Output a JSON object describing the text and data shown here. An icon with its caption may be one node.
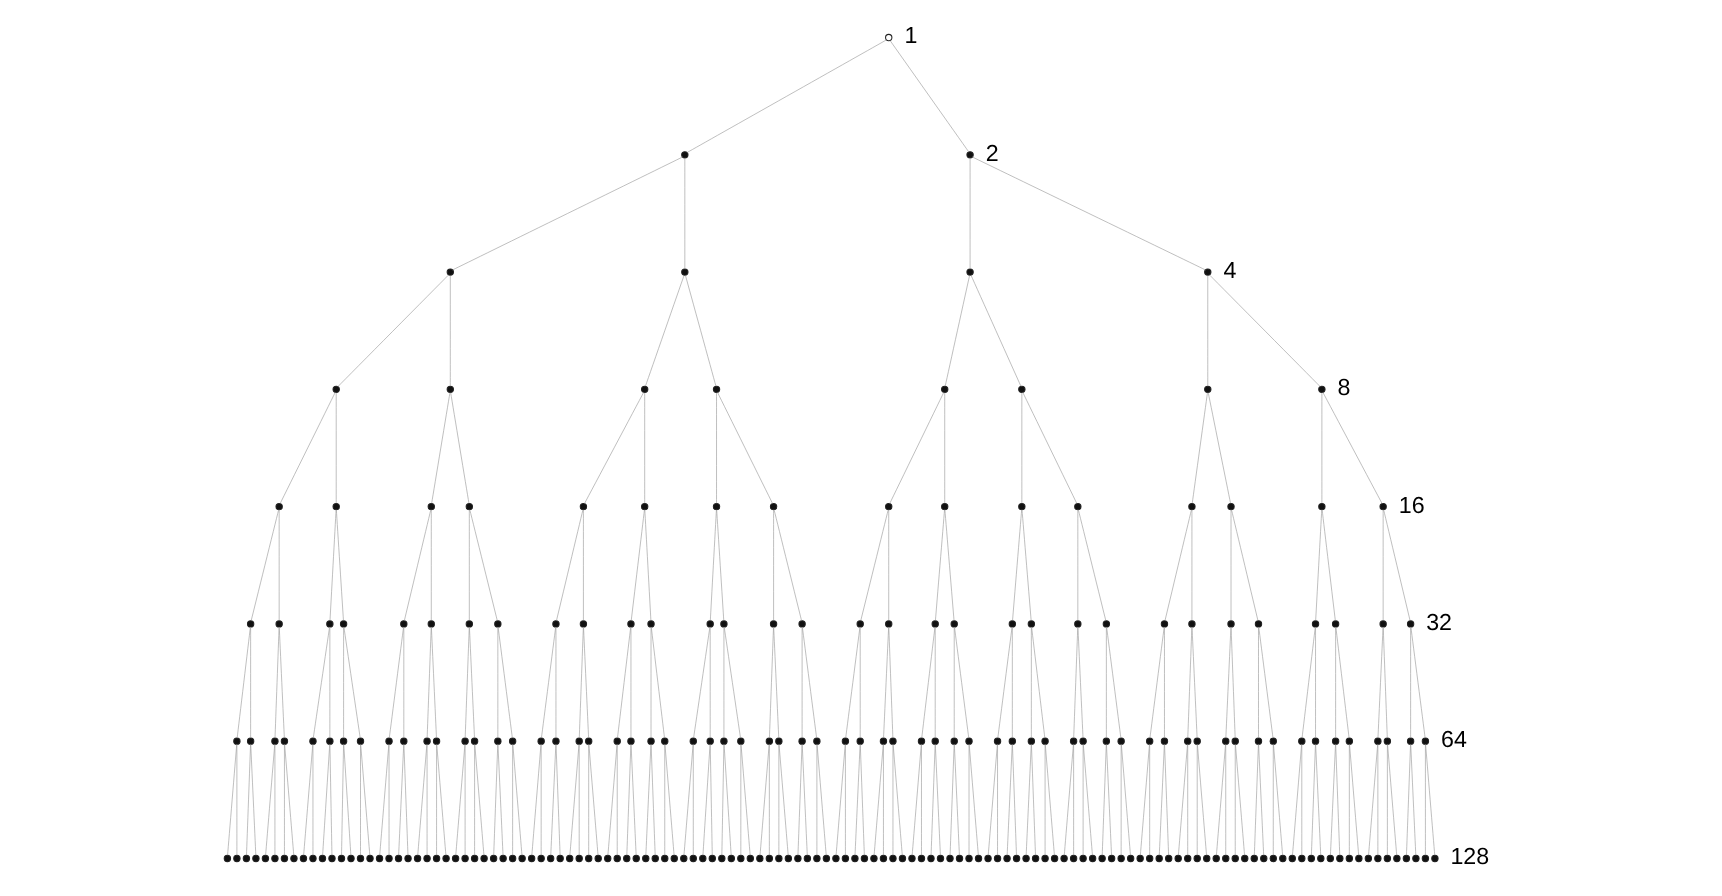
{
  "diagram": {
    "nodes": [
      {
        "text": [],
        "shape": "circle"
      },
      {
        "text": [],
        "shape": "circle"
      },
      {
        "text": [],
        "shape": "circle"
      },
      {
        "text": [],
        "shape": "circle"
      },
      {
        "text": [],
        "shape": "circle"
      },
      {
        "text": [],
        "shape": "circle"
      },
      {
        "text": [],
        "shape": "circle"
      },
      {
        "text": [],
        "shape": "circle"
      },
      {
        "text": [],
        "shape": "circle"
      },
      {
        "text": [],
        "shape": "circle"
      },
      {
        "text": [],
        "shape": "circle"
      },
      {
        "text": [],
        "shape": "circle"
      },
      {
        "text": [],
        "shape": "circle"
      },
      {
        "text": [],
        "shape": "circle"
      },
      {
        "text": [],
        "shape": "circle"
      },
      {
        "text": [],
        "shape": "circle"
      },
      {
        "text": [],
        "shape": "circle"
      },
      {
        "text": [],
        "shape": "circle"
      },
      {
        "text": [],
        "shape": "circle"
      },
      {
        "text": [],
        "shape": "circle"
      },
      {
        "text": [],
        "shape": "circle"
      },
      {
        "text": [],
        "shape": "circle"
      },
      {
        "text": [],
        "shape": "circle"
      },
      {
        "text": [],
        "shape": "circle"
      },
      {
        "text": [],
        "shape": "circle"
      },
      {
        "text": [],
        "shape": "circle"
      },
      {
        "text": [],
        "shape": "circle"
      },
      {
        "text": [],
        "shape": "circle"
      },
      {
        "text": [],
        "shape": "circle"
      },
      {
        "text": [],
        "shape": "circle"
      },
      {
        "text": [],
        "shape": "circle"
      },
      {
        "text": [],
        "shape": "circle"
      },
      {
        "text": [],
        "shape": "circle"
      },
      {
        "text": [],
        "shape": "circle"
      },
      {
        "text": [],
        "shape": "circle"
      },
      {
        "text": [],
        "shape": "circle"
      },
      {
        "text": [],
        "shape": "circle"
      },
      {
        "text": [],
        "shape": "circle"
      },
      {
        "text": [],
        "shape": "circle"
      },
      {
        "text": [],
        "shape": "circle"
      },
      {
        "text": [],
        "shape": "circle"
      },
      {
        "text": [],
        "shape": "circle"
      },
      {
        "text": [],
        "shape": "circle"
      },
      {
        "text": [],
        "shape": "circle"
      },
      {
        "text": [],
        "shape": "circle"
      },
      {
        "text": [],
        "shape": "circle"
      },
      {
        "text": [],
        "shape": "circle"
      },
      {
        "text": [],
        "shape": "circle"
      },
      {
        "text": [],
        "shape": "circle"
      },
      {
        "text": [],
        "shape": "circle"
      },
      {
        "text": [],
        "shape": "circle"
      },
      {
        "text": [],
        "shape": "circle"
      },
      {
        "text": [],
        "shape": "circle"
      },
      {
        "text": [],
        "shape": "circle"
      },
      {
        "text": [],
        "shape": "circle"
      },
      {
        "text": [],
        "shape": "circle"
      },
      {
        "text": [],
        "shape": "circle"
      },
      {
        "text": [],
        "shape": "circle"
      },
      {
        "text": [],
        "shape": "circle"
      },
      {
        "text": [],
        "shape": "circle"
      },
      {
        "text": [],
        "shape": "circle"
      },
      {
        "text": [],
        "shape": "circle"
      },
      {
        "text": [],
        "shape": "circle"
      },
      {
        "text": [],
        "shape": "circle"
      },
      {
        "text": [],
        "shape": "circle"
      },
      {
        "text": [],
        "shape": "circle"
      },
      {
        "text": [],
        "shape": "circle"
      },
      {
        "text": [],
        "shape": "circle"
      },
      {
        "text": [],
        "shape": "circle"
      },
      {
        "text": [],
        "shape": "circle"
      },
      {
        "text": [],
        "shape": "circle"
      },
      {
        "text": [],
        "shape": "circle"
      },
      {
        "text": [],
        "shape": "circle"
      },
      {
        "text": [],
        "shape": "circle"
      },
      {
        "text": [],
        "shape": "circle"
      },
      {
        "text": [],
        "shape": "circle"
      },
      {
        "text": [],
        "shape": "circle"
      },
      {
        "text": [],
        "shape": "circle"
      },
      {
        "text": [],
        "shape": "circle"
      },
      {
        "text": [],
        "shape": "circle"
      },
      {
        "text": [],
        "shape": "circle"
      },
      {
        "text": [],
        "shape": "circle"
      },
      {
        "text": [],
        "shape": "circle"
      },
      {
        "text": [],
        "shape": "circle"
      },
      {
        "text": [],
        "shape": "circle"
      },
      {
        "text": [],
        "shape": "circle"
      },
      {
        "text": [],
        "shape": "circle"
      },
      {
        "text": [],
        "shape": "circle"
      },
      {
        "text": [],
        "shape": "circle"
      },
      {
        "text": [],
        "shape": "circle"
      },
      {
        "text": [],
        "shape": "circle"
      },
      {
        "text": [],
        "shape": "circle"
      },
      {
        "text": [],
        "shape": "circle"
      },
      {
        "text": [],
        "shape": "circle"
      },
      {
        "text": [],
        "shape": "circle"
      },
      {
        "text": [],
        "shape": "circle"
      },
      {
        "text": [],
        "shape": "circle"
      },
      {
        "text": [],
        "shape": "circle"
      },
      {
        "text": [],
        "shape": "circle"
      },
      {
        "text": [],
        "shape": "circle"
      },
      {
        "text": [],
        "shape": "circle"
      },
      {
        "text": [],
        "shape": "circle"
      },
      {
        "text": [],
        "shape": "circle"
      },
      {
        "text": [],
        "shape": "circle"
      },
      {
        "text": [],
        "shape": "circle"
      },
      {
        "text": [],
        "shape": "circle"
      },
      {
        "text": [],
        "shape": "circle"
      },
      {
        "text": [],
        "shape": "circle"
      },
      {
        "text": [],
        "shape": "circle"
      },
      {
        "text": [],
        "shape": "circle"
      },
      {
        "text": [],
        "shape": "circle"
      },
      {
        "text": [],
        "shape": "circle"
      },
      {
        "text": [],
        "shape": "circle"
      },
      {
        "text": [],
        "shape": "circle"
      },
      {
        "text": [],
        "shape": "circle"
      },
      {
        "text": [],
        "shape": "circle"
      },
      {
        "text": [],
        "shape": "circle"
      },
      {
        "text": [],
        "shape": "circle"
      },
      {
        "text": [],
        "shape": "circle"
      },
      {
        "text": [],
        "shape": "circle"
      },
      {
        "text": [],
        "shape": "circle"
      },
      {
        "text": [],
        "shape": "circle"
      },
      {
        "text": [],
        "shape": "circle"
      },
      {
        "text": [],
        "shape": "circle"
      },
      {
        "text": [],
        "shape": "circle"
      },
      {
        "text": [],
        "shape": "circle"
      },
      {
        "text": [],
        "shape": "circle"
      },
      {
        "text": [],
        "shape": "circle"
      },
      {
        "text": [],
        "shape": "circle"
      },
      {
        "text": [],
        "shape": "circle"
      },
      {
        "text": [],
        "shape": "circle"
      },
      {
        "text": [],
        "shape": "circle"
      },
      {
        "text": [],
        "shape": "circle"
      },
      {
        "text": [],
        "shape": "circle"
      },
      {
        "text": [],
        "shape": "circle"
      },
      {
        "text": [],
        "shape": "circle"
      },
      {
        "text": [],
        "shape": "circle"
      },
      {
        "text": [],
        "shape": "circle"
      },
      {
        "text": [],
        "shape": "circle"
      },
      {
        "text": [],
        "shape": "circle"
      },
      {
        "text": [],
        "shape": "circle"
      },
      {
        "text": [],
        "shape": "circle"
      },
      {
        "text": [],
        "shape": "circle"
      },
      {
        "text": [],
        "shape": "circle"
      },
      {
        "text": [],
        "shape": "circle"
      },
      {
        "text": [],
        "shape": "circle"
      },
      {
        "text": [],
        "shape": "circle"
      },
      {
        "text": [],
        "shape": "circle"
      },
      {
        "text": [],
        "shape": "circle"
      },
      {
        "text": [],
        "shape": "circle"
      },
      {
        "text": [],
        "shape": "circle"
      },
      {
        "text": [],
        "shape": "circle"
      },
      {
        "text": [],
        "shape": "circle"
      },
      {
        "text": [],
        "shape": "circle"
      },
      {
        "text": [],
        "shape": "circle"
      },
      {
        "text": [],
        "shape": "circle"
      },
      {
        "text": [],
        "shape": "circle"
      },
      {
        "text": [],
        "shape": "circle"
      },
      {
        "text": [],
        "shape": "circle"
      },
      {
        "text": [],
        "shape": "circle"
      },
      {
        "text": [],
        "shape": "circle"
      },
      {
        "text": [],
        "shape": "circle"
      },
      {
        "text": [],
        "shape": "circle"
      },
      {
        "text": [],
        "shape": "circle"
      },
      {
        "text": [],
        "shape": "circle"
      },
      {
        "text": [],
        "shape": "circle"
      },
      {
        "text": [],
        "shape": "circle"
      },
      {
        "text": [],
        "shape": "circle"
      },
      {
        "text": [],
        "shape": "circle"
      },
      {
        "text": [],
        "shape": "circle"
      },
      {
        "text": [],
        "shape": "circle"
      },
      {
        "text": [],
        "shape": "circle"
      },
      {
        "text": [],
        "shape": "circle"
      },
      {
        "text": [],
        "shape": "circle"
      },
      {
        "text": [],
        "shape": "circle"
      },
      {
        "text": [],
        "shape": "circle"
      },
      {
        "text": [],
        "shape": "circle"
      },
      {
        "text": [],
        "shape": "circle"
      },
      {
        "text": [],
        "shape": "circle"
      },
      {
        "text": [],
        "shape": "circle"
      },
      {
        "text": [],
        "shape": "circle"
      },
      {
        "text": [],
        "shape": "circle"
      },
      {
        "text": [],
        "shape": "circle"
      },
      {
        "text": [],
        "shape": "circle"
      },
      {
        "text": [],
        "shape": "circle"
      },
      {
        "text": [],
        "shape": "circle"
      },
      {
        "text": [],
        "shape": "circle"
      },
      {
        "text": [],
        "shape": "circle"
      },
      {
        "text": [],
        "shape": "circle"
      },
      {
        "text": [],
        "shape": "circle"
      },
      {
        "text": [],
        "shape": "circle"
      },
      {
        "text": [],
        "shape": "circle"
      },
      {
        "text": [],
        "shape": "circle"
      },
      {
        "text": [],
        "shape": "circle"
      },
      {
        "text": [],
        "shape": "circle"
      },
      {
        "text": [],
        "shape": "circle"
      },
      {
        "text": [],
        "shape": "circle"
      },
      {
        "text": [],
        "shape": "circle"
      },
      {
        "text": [],
        "shape": "circle"
      },
      {
        "text": [],
        "shape": "circle"
      },
      {
        "text": [],
        "shape": "circle"
      },
      {
        "text": [],
        "shape": "circle"
      },
      {
        "text": [],
        "shape": "circle"
      },
      {
        "text": [],
        "shape": "circle"
      },
      {
        "text": [],
        "shape": "circle"
      },
      {
        "text": [],
        "shape": "circle"
      },
      {
        "text": [],
        "shape": "circle"
      },
      {
        "text": [],
        "shape": "circle"
      },
      {
        "text": [],
        "shape": "circle"
      },
      {
        "text": [],
        "shape": "circle"
      },
      {
        "text": [],
        "shape": "circle"
      },
      {
        "text": [],
        "shape": "circle"
      },
      {
        "text": [],
        "shape": "circle"
      },
      {
        "text": [],
        "shape": "circle"
      },
      {
        "text": [],
        "shape": "circle"
      },
      {
        "text": [],
        "shape": "circle"
      },
      {
        "text": [],
        "shape": "circle"
      },
      {
        "text": [],
        "shape": "circle"
      },
      {
        "text": [],
        "shape": "circle"
      },
      {
        "text": [],
        "shape": "circle"
      },
      {
        "text": [],
        "shape": "circle"
      },
      {
        "text": [],
        "shape": "circle"
      },
      {
        "text": [],
        "shape": "circle"
      },
      {
        "text": [],
        "shape": "circle"
      },
      {
        "text": [],
        "shape": "circle"
      },
      {
        "text": [],
        "shape": "circle"
      },
      {
        "text": [],
        "shape": "circle"
      },
      {
        "text": [],
        "shape": "circle"
      },
      {
        "text": [],
        "shape": "circle"
      },
      {
        "text": [],
        "shape": "circle"
      },
      {
        "text": [],
        "shape": "circle"
      },
      {
        "text": [],
        "shape": "circle"
      },
      {
        "text": [],
        "shape": "circle"
      },
      {
        "text": [],
        "shape": "circle"
      },
      {
        "text": [],
        "shape": "circle"
      },
      {
        "text": [],
        "shape": "circle"
      },
      {
        "text": [],
        "shape": "circle"
      },
      {
        "text": [],
        "shape": "circle"
      },
      {
        "text": [],
        "shape": "circle"
      },
      {
        "text": [],
        "shape": "circle"
      },
      {
        "text": [],
        "shape": "circle"
      },
      {
        "text": [],
        "shape": "circle"
      },
      {
        "text": [],
        "shape": "circle"
      },
      {
        "text": [],
        "shape": "circle"
      },
      {
        "text": [],
        "shape": "circle"
      },
      {
        "text": [],
        "shape": "circle"
      },
      {
        "text": [],
        "shape": "circle"
      },
      {
        "text": [],
        "shape": "circle"
      },
      {
        "text": [],
        "shape": "circle"
      },
      {
        "text": [],
        "shape": "circle"
      },
      {
        "text": [],
        "shape": "circle"
      },
      {
        "text": [],
        "shape": "circle"
      },
      {
        "text": [],
        "shape": "circle"
      },
      {
        "text": [],
        "shape": "circle"
      },
      {
        "text": [],
        "shape": "circle"
      }
    ],
    "edges": [
      {
        "from": 0,
        "to": 1,
        "arrow": "none"
      },
      {
        "from": 0,
        "to": 2,
        "arrow": "none"
      },
      {
        "from": 1,
        "to": 3,
        "arrow": "none"
      },
      {
        "from": 1,
        "to": 4,
        "arrow": "none"
      },
      {
        "from": 2,
        "to": 5,
        "arrow": "none"
      },
      {
        "from": 2,
        "to": 6,
        "arrow": "none"
      },
      {
        "from": 3,
        "to": 7,
        "arrow": "none"
      },
      {
        "from": 3,
        "to": 8,
        "arrow": "none"
      },
      {
        "from": 4,
        "to": 9,
        "arrow": "none"
      },
      {
        "from": 4,
        "to": 10,
        "arrow": "none"
      },
      {
        "from": 5,
        "to": 11,
        "arrow": "none"
      },
      {
        "from": 5,
        "to": 12,
        "arrow": "none"
      },
      {
        "from": 6,
        "to": 13,
        "arrow": "none"
      },
      {
        "from": 6,
        "to": 14,
        "arrow": "none"
      },
      {
        "from": 7,
        "to": 15,
        "arrow": "none"
      },
      {
        "from": 7,
        "to": 16,
        "arrow": "none"
      },
      {
        "from": 8,
        "to": 17,
        "arrow": "none"
      },
      {
        "from": 8,
        "to": 18,
        "arrow": "none"
      },
      {
        "from": 9,
        "to": 19,
        "arrow": "none"
      },
      {
        "from": 9,
        "to": 20,
        "arrow": "none"
      },
      {
        "from": 10,
        "to": 21,
        "arrow": "none"
      },
      {
        "from": 10,
        "to": 22,
        "arrow": "none"
      },
      {
        "from": 11,
        "to": 23,
        "arrow": "none"
      },
      {
        "from": 11,
        "to": 24,
        "arrow": "none"
      },
      {
        "from": 12,
        "to": 25,
        "arrow": "none"
      },
      {
        "from": 12,
        "to": 26,
        "arrow": "none"
      },
      {
        "from": 13,
        "to": 27,
        "arrow": "none"
      },
      {
        "from": 13,
        "to": 28,
        "arrow": "none"
      },
      {
        "from": 14,
        "to": 29,
        "arrow": "none"
      },
      {
        "from": 14,
        "to": 30,
        "arrow": "none"
      },
      {
        "from": 15,
        "to": 31,
        "arrow": "none"
      },
      {
        "from": 15,
        "to": 32,
        "arrow": "none"
      },
      {
        "from": 16,
        "to": 33,
        "arrow": "none"
      },
      {
        "from": 16,
        "to": 34,
        "arrow": "none"
      },
      {
        "from": 17,
        "to": 35,
        "arrow": "none"
      },
      {
        "from": 17,
        "to": 36,
        "arrow": "none"
      },
      {
        "from": 18,
        "to": 37,
        "arrow": "none"
      },
      {
        "from": 18,
        "to": 38,
        "arrow": "none"
      },
      {
        "from": 19,
        "to": 39,
        "arrow": "none"
      },
      {
        "from": 19,
        "to": 40,
        "arrow": "none"
      },
      {
        "from": 20,
        "to": 41,
        "arrow": "none"
      },
      {
        "from": 20,
        "to": 42,
        "arrow": "none"
      },
      {
        "from": 21,
        "to": 43,
        "arrow": "none"
      },
      {
        "from": 21,
        "to": 44,
        "arrow": "none"
      },
      {
        "from": 22,
        "to": 45,
        "arrow": "none"
      },
      {
        "from": 22,
        "to": 46,
        "arrow": "none"
      },
      {
        "from": 23,
        "to": 47,
        "arrow": "none"
      },
      {
        "from": 23,
        "to": 48,
        "arrow": "none"
      },
      {
        "from": 24,
        "to": 49,
        "arrow": "none"
      },
      {
        "from": 24,
        "to": 50,
        "arrow": "none"
      },
      {
        "from": 25,
        "to": 51,
        "arrow": "none"
      },
      {
        "from": 25,
        "to": 52,
        "arrow": "none"
      },
      {
        "from": 26,
        "to": 53,
        "arrow": "none"
      },
      {
        "from": 26,
        "to": 54,
        "arrow": "none"
      },
      {
        "from": 27,
        "to": 55,
        "arrow": "none"
      },
      {
        "from": 27,
        "to": 56,
        "arrow": "none"
      },
      {
        "from": 28,
        "to": 57,
        "arrow": "none"
      },
      {
        "from": 28,
        "to": 58,
        "arrow": "none"
      },
      {
        "from": 29,
        "to": 59,
        "arrow": "none"
      },
      {
        "from": 29,
        "to": 60,
        "arrow": "none"
      },
      {
        "from": 30,
        "to": 61,
        "arrow": "none"
      },
      {
        "from": 30,
        "to": 62,
        "arrow": "none"
      },
      {
        "from": 31,
        "to": 63,
        "arrow": "none"
      },
      {
        "from": 31,
        "to": 64,
        "arrow": "none"
      },
      {
        "from": 32,
        "to": 65,
        "arrow": "none"
      },
      {
        "from": 32,
        "to": 66,
        "arrow": "none"
      },
      {
        "from": 33,
        "to": 67,
        "arrow": "none"
      },
      {
        "from": 33,
        "to": 68,
        "arrow": "none"
      },
      {
        "from": 34,
        "to": 69,
        "arrow": "none"
      },
      {
        "from": 34,
        "to": 70,
        "arrow": "none"
      },
      {
        "from": 35,
        "to": 71,
        "arrow": "none"
      },
      {
        "from": 35,
        "to": 72,
        "arrow": "none"
      },
      {
        "from": 36,
        "to": 73,
        "arrow": "none"
      },
      {
        "from": 36,
        "to": 74,
        "arrow": "none"
      },
      {
        "from": 37,
        "to": 75,
        "arrow": "none"
      },
      {
        "from": 37,
        "to": 76,
        "arrow": "none"
      },
      {
        "from": 38,
        "to": 77,
        "arrow": "none"
      },
      {
        "from": 38,
        "to": 78,
        "arrow": "none"
      },
      {
        "from": 39,
        "to": 79,
        "arrow": "none"
      },
      {
        "from": 39,
        "to": 80,
        "arrow": "none"
      },
      {
        "from": 40,
        "to": 81,
        "arrow": "none"
      },
      {
        "from": 40,
        "to": 82,
        "arrow": "none"
      },
      {
        "from": 41,
        "to": 83,
        "arrow": "none"
      },
      {
        "from": 41,
        "to": 84,
        "arrow": "none"
      },
      {
        "from": 42,
        "to": 85,
        "arrow": "none"
      },
      {
        "from": 42,
        "to": 86,
        "arrow": "none"
      },
      {
        "from": 43,
        "to": 87,
        "arrow": "none"
      },
      {
        "from": 43,
        "to": 88,
        "arrow": "none"
      },
      {
        "from": 44,
        "to": 89,
        "arrow": "none"
      },
      {
        "from": 44,
        "to": 90,
        "arrow": "none"
      },
      {
        "from": 45,
        "to": 91,
        "arrow": "none"
      },
      {
        "from": 45,
        "to": 92,
        "arrow": "none"
      },
      {
        "from": 46,
        "to": 93,
        "arrow": "none"
      },
      {
        "from": 46,
        "to": 94,
        "arrow": "none"
      },
      {
        "from": 47,
        "to": 95,
        "arrow": "none"
      },
      {
        "from": 47,
        "to": 96,
        "arrow": "none"
      },
      {
        "from": 48,
        "to": 97,
        "arrow": "none"
      },
      {
        "from": 48,
        "to": 98,
        "arrow": "none"
      },
      {
        "from": 49,
        "to": 99,
        "arrow": "none"
      },
      {
        "from": 49,
        "to": 100,
        "arrow": "none"
      },
      {
        "from": 50,
        "to": 101,
        "arrow": "none"
      },
      {
        "from": 50,
        "to": 102,
        "arrow": "none"
      },
      {
        "from": 51,
        "to": 103,
        "arrow": "none"
      },
      {
        "from": 51,
        "to": 104,
        "arrow": "none"
      },
      {
        "from": 52,
        "to": 105,
        "arrow": "none"
      },
      {
        "from": 52,
        "to": 106,
        "arrow": "none"
      },
      {
        "from": 53,
        "to": 107,
        "arrow": "none"
      },
      {
        "from": 53,
        "to": 108,
        "arrow": "none"
      },
      {
        "from": 54,
        "to": 109,
        "arrow": "none"
      },
      {
        "from": 54,
        "to": 110,
        "arrow": "none"
      },
      {
        "from": 55,
        "to": 111,
        "arrow": "none"
      },
      {
        "from": 55,
        "to": 112,
        "arrow": "none"
      },
      {
        "from": 56,
        "to": 113,
        "arrow": "none"
      },
      {
        "from": 56,
        "to": 114,
        "arrow": "none"
      },
      {
        "from": 57,
        "to": 115,
        "arrow": "none"
      },
      {
        "from": 57,
        "to": 116,
        "arrow": "none"
      },
      {
        "from": 58,
        "to": 117,
        "arrow": "none"
      },
      {
        "from": 58,
        "to": 118,
        "arrow": "none"
      },
      {
        "from": 59,
        "to": 119,
        "arrow": "none"
      },
      {
        "from": 59,
        "to": 120,
        "arrow": "none"
      },
      {
        "from": 60,
        "to": 121,
        "arrow": "none"
      },
      {
        "from": 60,
        "to": 122,
        "arrow": "none"
      },
      {
        "from": 61,
        "to": 123,
        "arrow": "none"
      },
      {
        "from": 61,
        "to": 124,
        "arrow": "none"
      },
      {
        "from": 62,
        "to": 125,
        "arrow": "none"
      },
      {
        "from": 62,
        "to": 126,
        "arrow": "none"
      },
      {
        "from": 63,
        "to": 127,
        "arrow": "none"
      },
      {
        "from": 63,
        "to": 128,
        "arrow": "none"
      },
      {
        "from": 64,
        "to": 129,
        "arrow": "none"
      },
      {
        "from": 64,
        "to": 130,
        "arrow": "none"
      },
      {
        "from": 65,
        "to": 131,
        "arrow": "none"
      },
      {
        "from": 65,
        "to": 132,
        "arrow": "none"
      },
      {
        "from": 66,
        "to": 133,
        "arrow": "none"
      },
      {
        "from": 66,
        "to": 134,
        "arrow": "none"
      },
      {
        "from": 67,
        "to": 135,
        "arrow": "none"
      },
      {
        "from": 67,
        "to": 136,
        "arrow": "none"
      },
      {
        "from": 68,
        "to": 137,
        "arrow": "none"
      },
      {
        "from": 68,
        "to": 138,
        "arrow": "none"
      },
      {
        "from": 69,
        "to": 139,
        "arrow": "none"
      },
      {
        "from": 69,
        "to": 140,
        "arrow": "none"
      },
      {
        "from": 70,
        "to": 141,
        "arrow": "none"
      },
      {
        "from": 70,
        "to": 142,
        "arrow": "none"
      },
      {
        "from": 71,
        "to": 143,
        "arrow": "none"
      },
      {
        "from": 71,
        "to": 144,
        "arrow": "none"
      },
      {
        "from": 72,
        "to": 145,
        "arrow": "none"
      },
      {
        "from": 72,
        "to": 146,
        "arrow": "none"
      },
      {
        "from": 73,
        "to": 147,
        "arrow": "none"
      },
      {
        "from": 73,
        "to": 148,
        "arrow": "none"
      },
      {
        "from": 74,
        "to": 149,
        "arrow": "none"
      },
      {
        "from": 74,
        "to": 150,
        "arrow": "none"
      },
      {
        "from": 75,
        "to": 151,
        "arrow": "none"
      },
      {
        "from": 75,
        "to": 152,
        "arrow": "none"
      },
      {
        "from": 76,
        "to": 153,
        "arrow": "none"
      },
      {
        "from": 76,
        "to": 154,
        "arrow": "none"
      },
      {
        "from": 77,
        "to": 155,
        "arrow": "none"
      },
      {
        "from": 77,
        "to": 156,
        "arrow": "none"
      },
      {
        "from": 78,
        "to": 157,
        "arrow": "none"
      },
      {
        "from": 78,
        "to": 158,
        "arrow": "none"
      },
      {
        "from": 79,
        "to": 159,
        "arrow": "none"
      },
      {
        "from": 79,
        "to": 160,
        "arrow": "none"
      },
      {
        "from": 80,
        "to": 161,
        "arrow": "none"
      },
      {
        "from": 80,
        "to": 162,
        "arrow": "none"
      },
      {
        "from": 81,
        "to": 163,
        "arrow": "none"
      },
      {
        "from": 81,
        "to": 164,
        "arrow": "none"
      },
      {
        "from": 82,
        "to": 165,
        "arrow": "none"
      },
      {
        "from": 82,
        "to": 166,
        "arrow": "none"
      },
      {
        "from": 83,
        "to": 167,
        "arrow": "none"
      },
      {
        "from": 83,
        "to": 168,
        "arrow": "none"
      },
      {
        "from": 84,
        "to": 169,
        "arrow": "none"
      },
      {
        "from": 84,
        "to": 170,
        "arrow": "none"
      },
      {
        "from": 85,
        "to": 171,
        "arrow": "none"
      },
      {
        "from": 85,
        "to": 172,
        "arrow": "none"
      },
      {
        "from": 86,
        "to": 173,
        "arrow": "none"
      },
      {
        "from": 86,
        "to": 174,
        "arrow": "none"
      },
      {
        "from": 87,
        "to": 175,
        "arrow": "none"
      },
      {
        "from": 87,
        "to": 176,
        "arrow": "none"
      },
      {
        "from": 88,
        "to": 177,
        "arrow": "none"
      },
      {
        "from": 88,
        "to": 178,
        "arrow": "none"
      },
      {
        "from": 89,
        "to": 179,
        "arrow": "none"
      },
      {
        "from": 89,
        "to": 180,
        "arrow": "none"
      },
      {
        "from": 90,
        "to": 181,
        "arrow": "none"
      },
      {
        "from": 90,
        "to": 182,
        "arrow": "none"
      },
      {
        "from": 91,
        "to": 183,
        "arrow": "none"
      },
      {
        "from": 91,
        "to": 184,
        "arrow": "none"
      },
      {
        "from": 92,
        "to": 185,
        "arrow": "none"
      },
      {
        "from": 92,
        "to": 186,
        "arrow": "none"
      },
      {
        "from": 93,
        "to": 187,
        "arrow": "none"
      },
      {
        "from": 93,
        "to": 188,
        "arrow": "none"
      },
      {
        "from": 94,
        "to": 189,
        "arrow": "none"
      },
      {
        "from": 94,
        "to": 190,
        "arrow": "none"
      },
      {
        "from": 95,
        "to": 191,
        "arrow": "none"
      },
      {
        "from": 95,
        "to": 192,
        "arrow": "none"
      },
      {
        "from": 96,
        "to": 193,
        "arrow": "none"
      },
      {
        "from": 96,
        "to": 194,
        "arrow": "none"
      },
      {
        "from": 97,
        "to": 195,
        "arrow": "none"
      },
      {
        "from": 97,
        "to": 196,
        "arrow": "none"
      },
      {
        "from": 98,
        "to": 197,
        "arrow": "none"
      },
      {
        "from": 98,
        "to": 198,
        "arrow": "none"
      },
      {
        "from": 99,
        "to": 199,
        "arrow": "none"
      },
      {
        "from": 99,
        "to": 200,
        "arrow": "none"
      },
      {
        "from": 100,
        "to": 201,
        "arrow": "none"
      },
      {
        "from": 100,
        "to": 202,
        "arrow": "none"
      },
      {
        "from": 101,
        "to": 203,
        "arrow": "none"
      },
      {
        "from": 101,
        "to": 204,
        "arrow": "none"
      },
      {
        "from": 102,
        "to": 205,
        "arrow": "none"
      },
      {
        "from": 102,
        "to": 206,
        "arrow": "none"
      },
      {
        "from": 103,
        "to": 207,
        "arrow": "none"
      },
      {
        "from": 103,
        "to": 208,
        "arrow": "none"
      },
      {
        "from": 104,
        "to": 209,
        "arrow": "none"
      },
      {
        "from": 104,
        "to": 210,
        "arrow": "none"
      },
      {
        "from": 105,
        "to": 211,
        "arrow": "none"
      },
      {
        "from": 105,
        "to": 212,
        "arrow": "none"
      },
      {
        "from": 106,
        "to": 213,
        "arrow": "none"
      },
      {
        "from": 106,
        "to": 214,
        "arrow": "none"
      },
      {
        "from": 107,
        "to": 215,
        "arrow": "none"
      },
      {
        "from": 107,
        "to": 216,
        "arrow": "none"
      },
      {
        "from": 108,
        "to": 217,
        "arrow": "none"
      },
      {
        "from": 108,
        "to": 218,
        "arrow": "none"
      },
      {
        "from": 109,
        "to": 219,
        "arrow": "none"
      },
      {
        "from": 109,
        "to": 220,
        "arrow": "none"
      },
      {
        "from": 110,
        "to": 221,
        "arrow": "none"
      },
      {
        "from": 110,
        "to": 222,
        "arrow": "none"
      },
      {
        "from": 111,
        "to": 223,
        "arrow": "none"
      },
      {
        "from": 111,
        "to": 224,
        "arrow": "none"
      },
      {
        "from": 112,
        "to": 225,
        "arrow": "none"
      },
      {
        "from": 112,
        "to": 226,
        "arrow": "none"
      },
      {
        "from": 113,
        "to": 227,
        "arrow": "none"
      },
      {
        "from": 113,
        "to": 228,
        "arrow": "none"
      },
      {
        "from": 114,
        "to": 229,
        "arrow": "none"
      },
      {
        "from": 114,
        "to": 230,
        "arrow": "none"
      },
      {
        "from": 115,
        "to": 231,
        "arrow": "none"
      },
      {
        "from": 115,
        "to": 232,
        "arrow": "none"
      },
      {
        "from": 116,
        "to": 233,
        "arrow": "none"
      },
      {
        "from": 116,
        "to": 234,
        "arrow": "none"
      },
      {
        "from": 117,
        "to": 235,
        "arrow": "none"
      },
      {
        "from": 117,
        "to": 236,
        "arrow": "none"
      },
      {
        "from": 118,
        "to": 237,
        "arrow": "none"
      },
      {
        "from": 118,
        "to": 238,
        "arrow": "none"
      },
      {
        "from": 119,
        "to": 239,
        "arrow": "none"
      },
      {
        "from": 119,
        "to": 240,
        "arrow": "none"
      },
      {
        "from": 120,
        "to": 241,
        "arrow": "none"
      },
      {
        "from": 120,
        "to": 242,
        "arrow": "none"
      },
      {
        "from": 121,
        "to": 243,
        "arrow": "none"
      },
      {
        "from": 121,
        "to": 244,
        "arrow": "none"
      },
      {
        "from": 122,
        "to": 245,
        "arrow": "none"
      },
      {
        "from": 122,
        "to": 246,
        "arrow": "none"
      },
      {
        "from": 123,
        "to": 247,
        "arrow": "none"
      },
      {
        "from": 123,
        "to": 248,
        "arrow": "none"
      },
      {
        "from": 124,
        "to": 249,
        "arrow": "none"
      },
      {
        "from": 124,
        "to": 250,
        "arrow": "none"
      },
      {
        "from": 125,
        "to": 251,
        "arrow": "none"
      },
      {
        "from": 125,
        "to": 252,
        "arrow": "none"
      },
      {
        "from": 126,
        "to": 253,
        "arrow": "none"
      },
      {
        "from": 126,
        "to": 254,
        "arrow": "none"
      }
    ],
    "labels": [
      "1",
      "2",
      "4",
      "8",
      "16",
      "32",
      "64",
      "128"
    ]
  }
}
